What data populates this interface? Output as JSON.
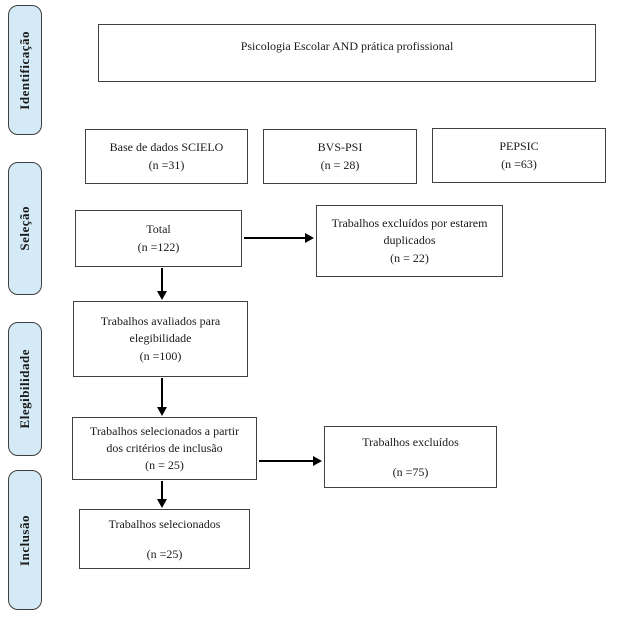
{
  "diagram": {
    "title": "Psicologia Escolar AND prática profissional",
    "type": "prisma-flowchart"
  },
  "colors": {
    "sidebar_fill": "#d4ebf7",
    "sidebar_border": "#3f3f3f",
    "box_border": "#404040",
    "arrow": "#000000",
    "background": "#ffffff",
    "text": "#1a1a1a"
  },
  "sidebar": {
    "items": [
      {
        "label": "Identificação"
      },
      {
        "label": "Seleção"
      },
      {
        "label": "Elegibilidade"
      },
      {
        "label": "Inclusão"
      }
    ]
  },
  "flow": {
    "query": {
      "label": "Psicologia Escolar AND prática profissional"
    },
    "sources": [
      {
        "label": "Base de dados SCIELO",
        "count": "(n =31)"
      },
      {
        "label": "BVS-PSI",
        "count": "(n = 28)"
      },
      {
        "label": "PEPSIC",
        "count": "(n =63)"
      }
    ],
    "total": {
      "label": "Total",
      "count": "(n =122)"
    },
    "duplicates": {
      "label": "Trabalhos excluídos por estarem duplicados",
      "count": "(n = 22)"
    },
    "eligibility": {
      "label": "Trabalhos avaliados para elegibilidade",
      "count": "(n =100)"
    },
    "criteria": {
      "label": "Trabalhos selecionados a partir dos critérios de inclusão",
      "count": "(n = 25)"
    },
    "excluded": {
      "label": "Trabalhos excluídos",
      "count": "(n =75)"
    },
    "final": {
      "label": "Trabalhos selecionados",
      "count": "(n =25)"
    }
  }
}
